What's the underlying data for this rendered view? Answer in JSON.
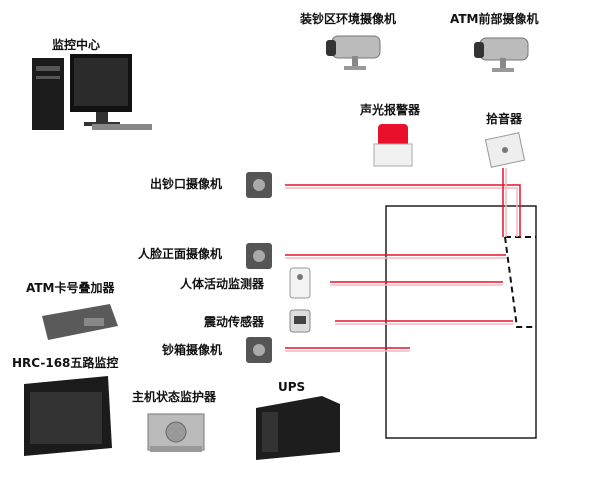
{
  "labels": {
    "monitor_center": "监控中心",
    "cash_area_cam": "装钞区环境摄像机",
    "atm_front_cam": "ATM前部摄像机",
    "alarm": "声光报警器",
    "pickup": "拾音器",
    "cash_outlet_cam": "出钞口摄像机",
    "face_cam": "人脸正面摄像机",
    "body_detector": "人体活动监测器",
    "vibration_sensor": "震动传感器",
    "cashbox_cam": "钞箱摄像机",
    "card_overlay": "ATM卡号叠加器",
    "hrc168": "HRC-168五路监控",
    "host_monitor": "主机状态监护器",
    "ups": "UPS"
  },
  "colors": {
    "wire": "#e8102a",
    "wire_light": "#f6b8c0",
    "outline": "#111111",
    "alarm_red": "#e8102a",
    "dark_device": "#1d1d1d",
    "grey_device": "#b9b9b9"
  }
}
